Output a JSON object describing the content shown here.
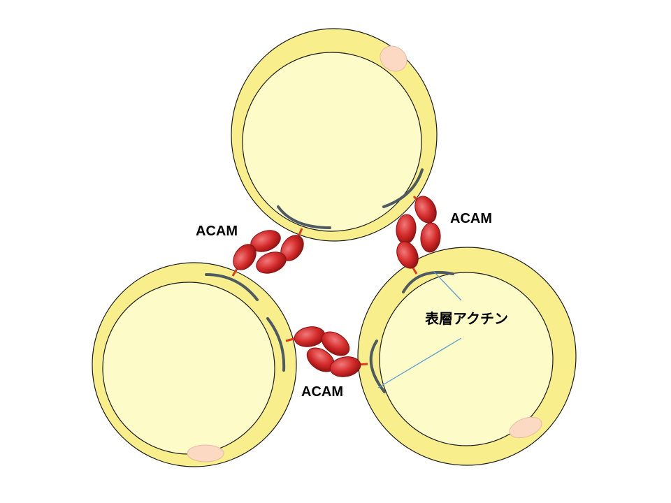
{
  "labels": {
    "acam_top_left": "ACAM",
    "acam_top_right": "ACAM",
    "acam_bottom": "ACAM",
    "cortical_actin": "表層アクチン"
  },
  "colors": {
    "cell_fill": "#f8ef8c",
    "nucleus_fill": "#fdfcc8",
    "outline": "#1a1a1a",
    "vacuole_fill": "#fbd9c3",
    "actin": "#4d5963",
    "acam_fill": "#d42a2a",
    "acam_dark": "#8c1010",
    "linker": "#e03a1c",
    "pointer_line": "#5b9bd5"
  }
}
